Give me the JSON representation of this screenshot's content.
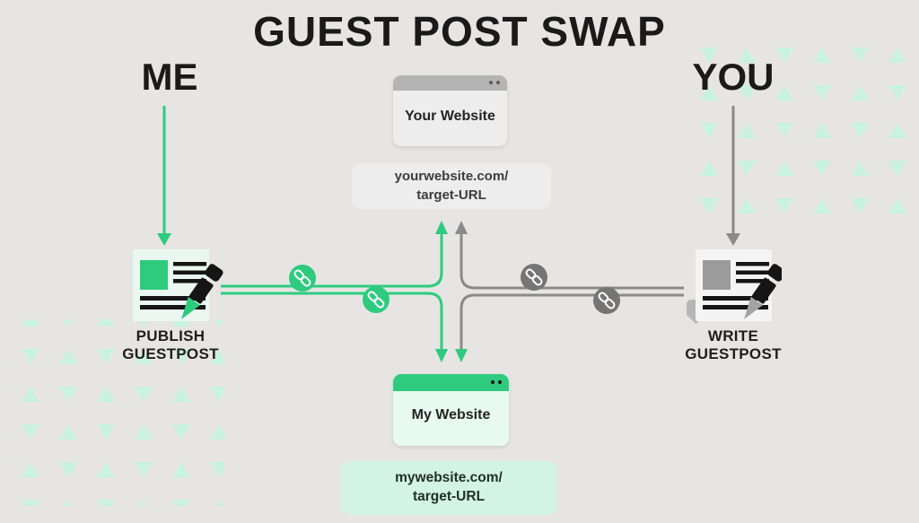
{
  "title": "GUEST POST SWAP",
  "actors": {
    "me": "ME",
    "you": "YOU"
  },
  "cards": {
    "your_website": {
      "title": "Your Website"
    },
    "my_website": {
      "title": "My Website"
    }
  },
  "pills": {
    "your_url": {
      "line1": "yourwebsite.com/",
      "line2": "target-URL"
    },
    "my_url": {
      "line1": "mywebsite.com/",
      "line2": "target-URL"
    }
  },
  "steps": {
    "publish": {
      "line1": "PUBLISH",
      "line2": "GUESTPOST"
    },
    "write": {
      "line1": "WRITE",
      "line2": "GUESTPOST"
    }
  },
  "icons": {
    "link_badges": [
      "link-icon",
      "link-icon",
      "link-icon",
      "link-icon"
    ],
    "documents": [
      "document-pen-icon",
      "document-pen-icon"
    ],
    "windows": [
      "browser-window-icon",
      "browser-window-icon"
    ],
    "window_dots": "window-dots-icon",
    "background_pattern": "triangle-pattern"
  },
  "colors": {
    "background": "#e6e5e4",
    "green": "#2ecb7e",
    "mint_triangle": "#c9f1e1",
    "mint_card": "#e8f9f1",
    "mint_pill": "#d2f3e5",
    "gray_line": "#8a8a8a",
    "gray_circle": "#757575",
    "gray_card": "#ededed",
    "gray_header": "#b4b4b4",
    "text_dark": "#1a1a1a"
  }
}
